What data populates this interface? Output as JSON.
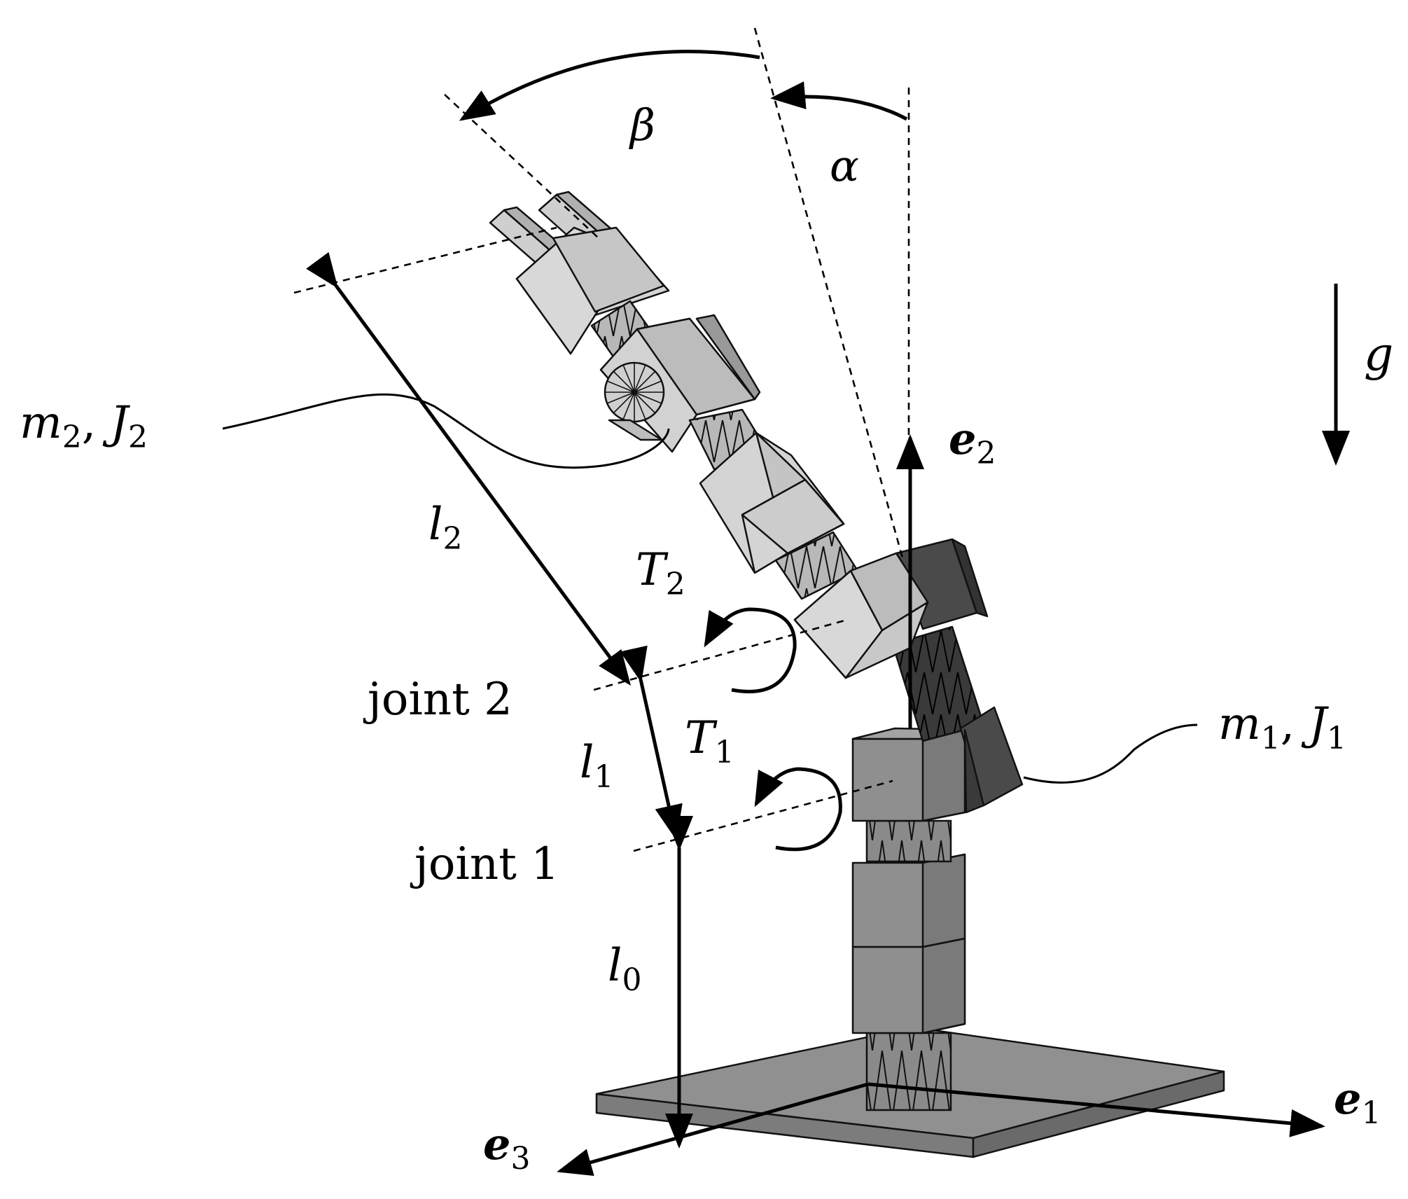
{
  "labels": {
    "beta": "β",
    "alpha": "α",
    "g": "g",
    "e2": "e",
    "e2_sub": "2",
    "e1": "e",
    "e1_sub": "1",
    "e3": "e",
    "e3_sub": "3",
    "m2": "m",
    "m2_sub": "2",
    "m2_sep": ", ",
    "J2": "J",
    "J2_sub": "2",
    "m1": "m",
    "m1_sub": "1",
    "m1_sep": ", ",
    "J1": "J",
    "J1_sub": "1",
    "l2": "l",
    "l2_sub": "2",
    "l1": "l",
    "l1_sub": "1",
    "l0": "l",
    "l0_sub": "0",
    "T2": "T",
    "T2_sub": "2",
    "T1": "T",
    "T1_sub": "1",
    "joint2": "joint 2",
    "joint1": "joint 1"
  },
  "colors": {
    "light_link": "#d4d4d4",
    "light_link_side": "#bdbdbd",
    "mid_link": "#9a9a9a",
    "mid_link_side": "#848484",
    "dark_link": "#4a4a4a",
    "dark_link_side": "#3a3a3a",
    "base_plate": "#8f8f8f",
    "base_plate_edge": "#6e6e6e"
  }
}
